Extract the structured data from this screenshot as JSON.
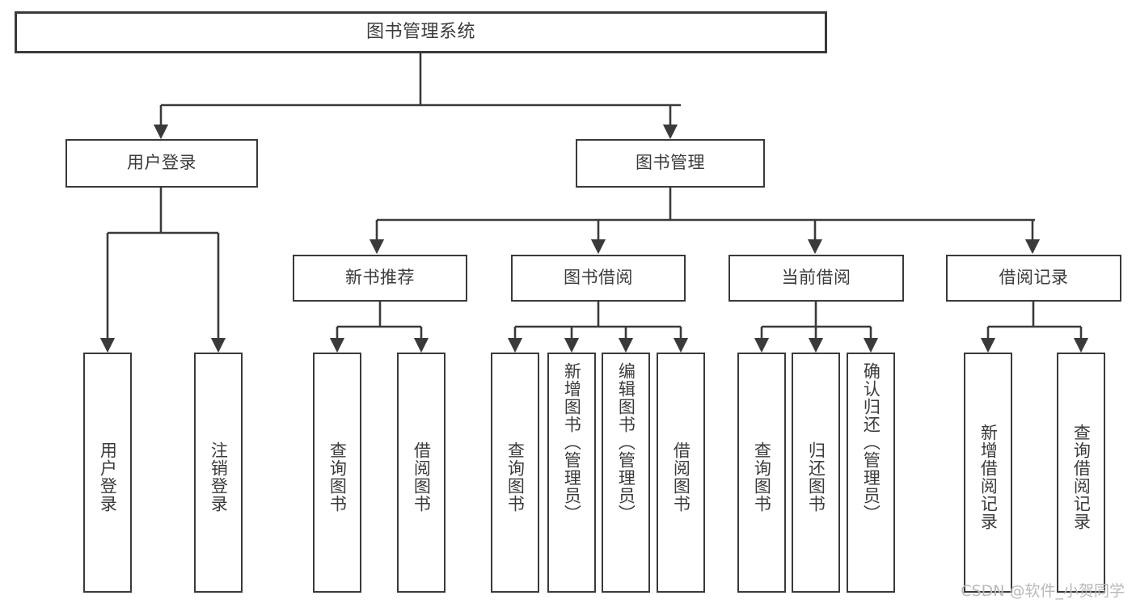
{
  "diagram": {
    "title": "图书管理系统",
    "type": "功能结构图",
    "line_color": "#3a3a3a",
    "box_fill": "#ffffff",
    "text_color": "#3b3b3b",
    "watermark": "CSDN @软件_小贺同学"
  },
  "nodes": {
    "root": {
      "label": "图书管理系统"
    },
    "level2": [
      {
        "label": "用户登录"
      },
      {
        "label": "图书管理"
      }
    ],
    "level3": [
      {
        "label": "新书推荐"
      },
      {
        "label": "图书借阅"
      },
      {
        "label": "当前借阅"
      },
      {
        "label": "借阅记录"
      }
    ],
    "leaves": {
      "user_login": [
        {
          "label": "用户登录"
        },
        {
          "label": "注销登录"
        }
      ],
      "new_book_recommend": [
        {
          "label": "查询图书"
        },
        {
          "label": "借阅图书"
        }
      ],
      "book_borrow": [
        {
          "label": "查询图书"
        },
        {
          "label": "新增图书（管理员）"
        },
        {
          "label": "编辑图书（管理员）"
        },
        {
          "label": "借阅图书"
        }
      ],
      "current_borrow": [
        {
          "label": "查询图书"
        },
        {
          "label": "归还图书"
        },
        {
          "label": "确认归还（管理员）"
        }
      ],
      "borrow_record": [
        {
          "label": "新增借阅记录"
        },
        {
          "label": "查询借阅记录"
        }
      ]
    }
  }
}
